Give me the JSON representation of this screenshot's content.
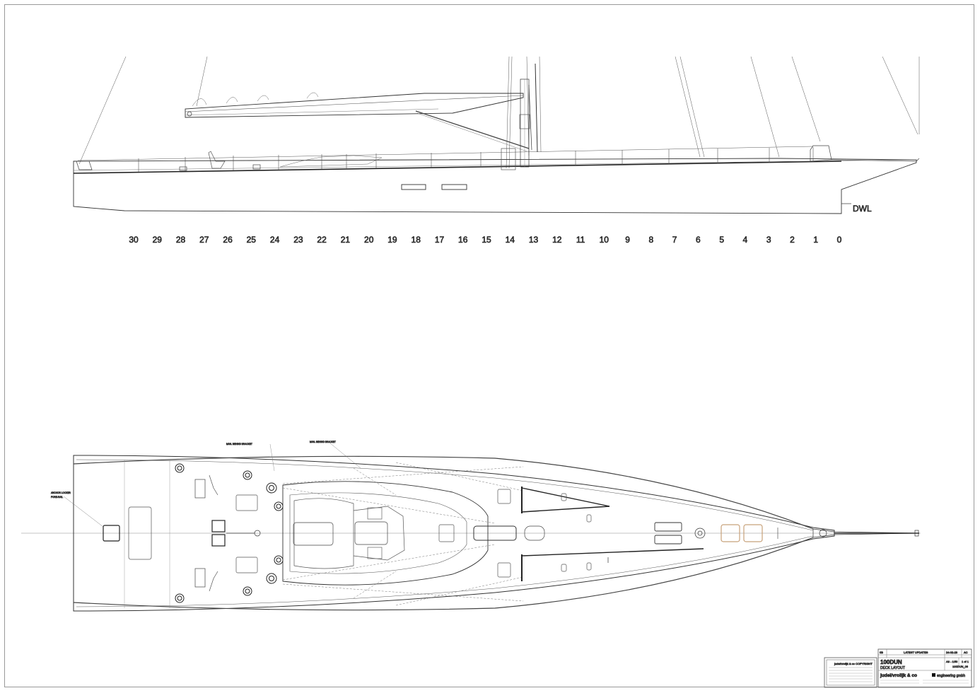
{
  "drawing": {
    "stations": [
      "30",
      "29",
      "28",
      "27",
      "26",
      "25",
      "24",
      "23",
      "22",
      "21",
      "20",
      "19",
      "18",
      "17",
      "16",
      "15",
      "14",
      "13",
      "12",
      "11",
      "10",
      "9",
      "8",
      "7",
      "6",
      "5",
      "4",
      "3",
      "2",
      "1",
      "0"
    ],
    "waterline_label": "DWL",
    "plan_notes": [
      "MAN. BEHIND BRACKET",
      "MAN. BEHIND BRACKET",
      "ANCHOR LOCKER",
      "FORE-RAIL"
    ],
    "hatch_colors": {
      "line": "#444444",
      "highlight": "#c8a27a"
    }
  },
  "title_block": {
    "revision_no": "0B",
    "revision_text": "LATEST UPDATES",
    "revision_date": "24-02-23",
    "revision_by": "AC",
    "project": "100DUN",
    "drawing_title": "DECK LAYOUT",
    "scale": "A3 - 1:50",
    "sheet": "1 of 1",
    "drawing_no": "100DUN_06",
    "firm": "judel/vrolijk & co",
    "firm_suffix": "engineering gmbh",
    "copyright": "judel/vrolijk & co COPYRIGHT"
  }
}
